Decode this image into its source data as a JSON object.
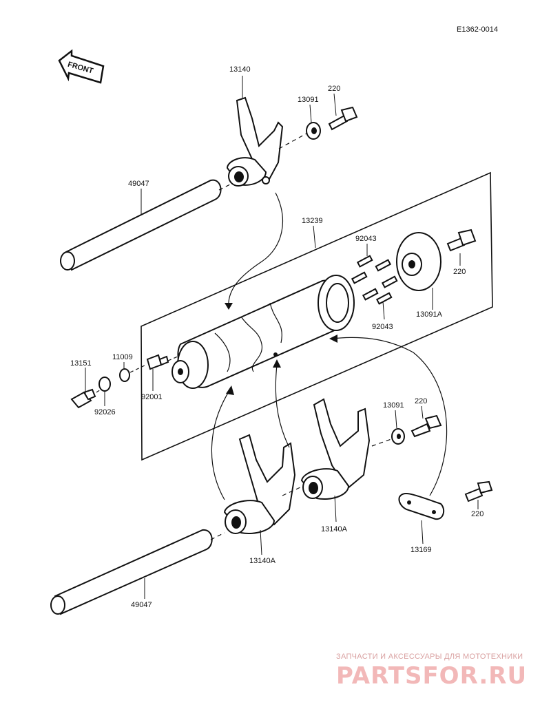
{
  "drawing_code": "E1362-0014",
  "front_label": "FRONT",
  "labels": {
    "p13140": "13140",
    "p13091_top": "13091",
    "p220_top": "220",
    "p49047_top": "49047",
    "p13239": "13239",
    "p92043_top": "92043",
    "p220_right": "220",
    "p13091A": "13091A",
    "p92043_bottom": "92043",
    "p11009": "11009",
    "p13151": "13151",
    "p92001": "92001",
    "p92026": "92026",
    "p13091_mid": "13091",
    "p220_mid": "220",
    "p13140A_left": "13140A",
    "p13140A_right": "13140A",
    "p220_bottom": "220",
    "p13169": "13169",
    "p49047_bottom": "49047"
  },
  "watermark": {
    "tagline": "ЗАПЧАСТИ И АКСЕССУАРЫ ДЛЯ МОТОТЕХНИКИ",
    "logo": "PARTSFOR.RU"
  }
}
